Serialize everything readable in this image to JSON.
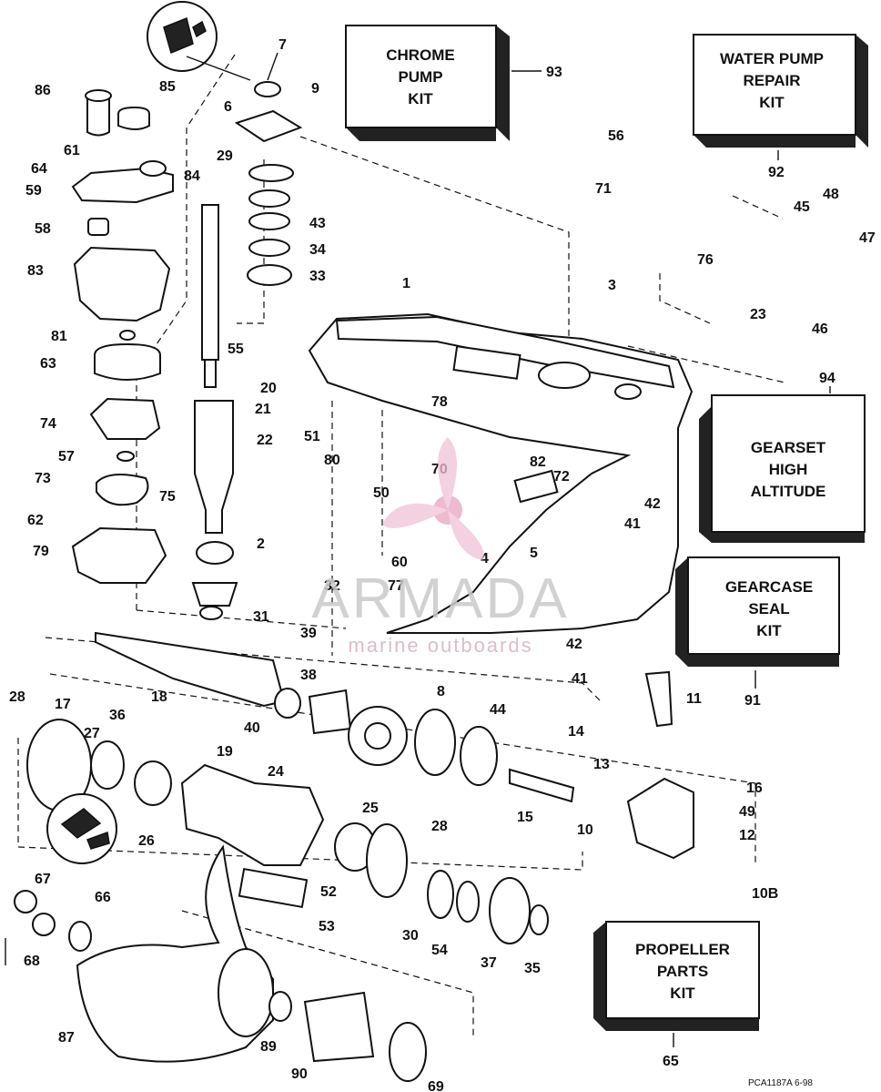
{
  "kits": {
    "chrome_pump": {
      "lines": [
        "CHROME",
        "PUMP",
        "KIT"
      ],
      "ref": "93"
    },
    "water_pump": {
      "lines": [
        "WATER PUMP",
        "REPAIR",
        "KIT"
      ],
      "ref": "92"
    },
    "gearset": {
      "lines": [
        "GEARSET",
        "HIGH",
        "ALTITUDE"
      ],
      "ref": "94"
    },
    "gearcase_seal": {
      "lines": [
        "GEARCASE",
        "SEAL",
        "KIT"
      ],
      "ref": "91"
    },
    "propeller": {
      "lines": [
        "PROPELLER",
        "PARTS",
        "KIT"
      ],
      "ref": "65"
    }
  },
  "part_refs": {
    "r1": "1",
    "r2": "2",
    "r3": "3",
    "r4": "4",
    "r5": "5",
    "r6": "6",
    "r7": "7",
    "r8": "8",
    "r9": "9",
    "r10": "10",
    "r10b": "10B",
    "r11": "11",
    "r12": "12",
    "r13": "13",
    "r14": "14",
    "r15": "15",
    "r16": "16",
    "r17": "17",
    "r18": "18",
    "r19": "19",
    "r20": "20",
    "r21": "21",
    "r22": "22",
    "r23": "23",
    "r24": "24",
    "r25": "25",
    "r26": "26",
    "r27": "27",
    "r28a": "28",
    "r28b": "28",
    "r29": "29",
    "r30": "30",
    "r31": "31",
    "r32": "32",
    "r33": "33",
    "r34": "34",
    "r35": "35",
    "r36": "36",
    "r37": "37",
    "r38": "38",
    "r39": "39",
    "r40": "40",
    "r41a": "41",
    "r41b": "41",
    "r42a": "42",
    "r42b": "42",
    "r43": "43",
    "r44": "44",
    "r45": "45",
    "r46": "46",
    "r47": "47",
    "r48": "48",
    "r49": "49",
    "r50": "50",
    "r51": "51",
    "r52": "52",
    "r53": "53",
    "r54": "54",
    "r55": "55",
    "r56": "56",
    "r57": "57",
    "r58": "58",
    "r59": "59",
    "r60": "60",
    "r61": "61",
    "r62": "62",
    "r63": "63",
    "r64": "64",
    "r66": "66",
    "r67": "67",
    "r68": "68",
    "r69": "69",
    "r70": "70",
    "r71": "71",
    "r72": "72",
    "r73": "73",
    "r74": "74",
    "r75": "75",
    "r76": "76",
    "r77": "77",
    "r78": "78",
    "r79": "79",
    "r80": "80",
    "r81": "81",
    "r82": "82",
    "r83": "83",
    "r84": "84",
    "r85": "85",
    "r86": "86",
    "r87": "87",
    "r89": "89",
    "r90": "90"
  },
  "watermark": {
    "brand": "ARMADA",
    "tagline": "marine outboards",
    "accent": "#e7a3c0"
  },
  "drawing_code": "PCA1187A 6-98",
  "icons": {
    "lube_top": "lubricant-can-icon",
    "lube_mid": "lubricant-can-icon",
    "propeller_logo": "propeller-icon"
  }
}
